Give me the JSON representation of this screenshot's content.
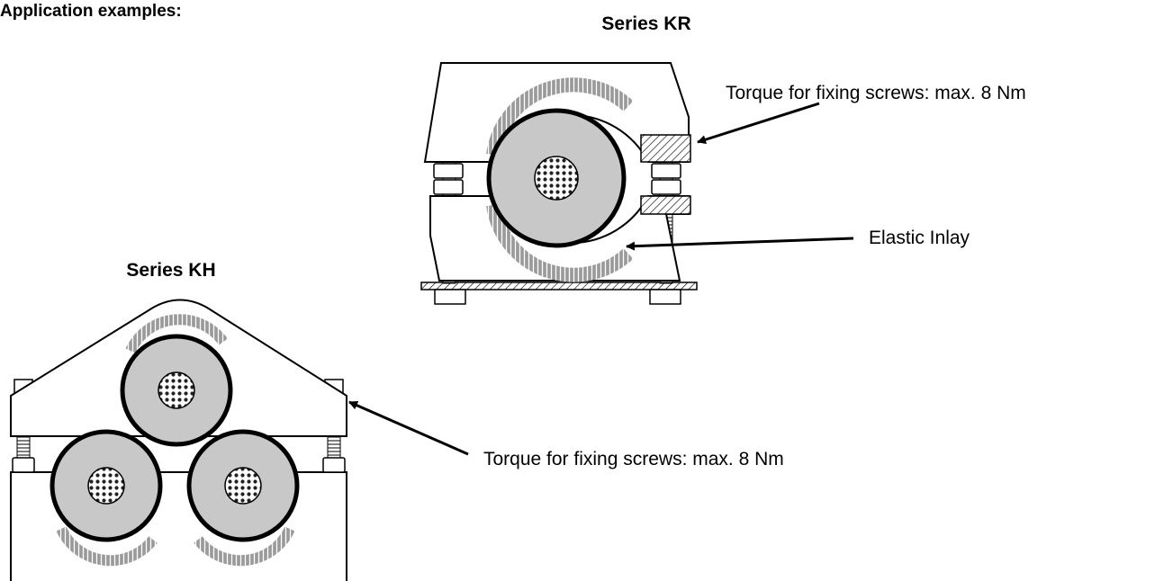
{
  "heading": "Application examples:",
  "series_kr": {
    "title": "Series KR",
    "annotation_torque": "Torque for fixing screws: max. 8 Nm",
    "annotation_inlay": "Elastic Inlay"
  },
  "series_kh": {
    "title": "Series KH",
    "annotation_torque": "Torque for fixing screws: max. 8 Nm"
  }
}
